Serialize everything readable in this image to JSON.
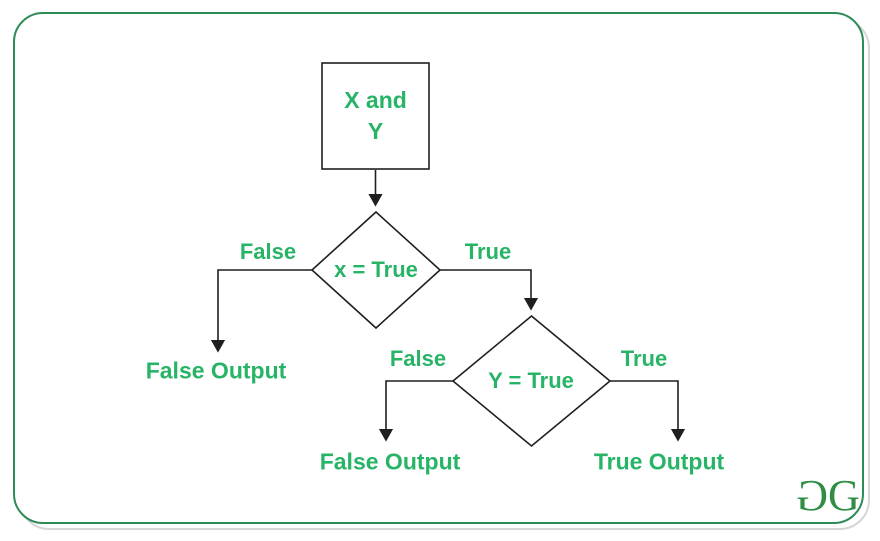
{
  "colors": {
    "label_green": "#28b467",
    "logo_green": "#2f8d46",
    "frame_green": "#2e8b57",
    "frame_shadow_gray": "#d6d6d6",
    "line_black": "#1f1f1f"
  },
  "diagram": {
    "start_box": {
      "line1": "X and",
      "line2": "Y"
    },
    "decision1": {
      "label": "x = True",
      "false_branch_label": "False",
      "true_branch_label": "True",
      "false_output_label": "False Output"
    },
    "decision2": {
      "label": "Y = True",
      "false_branch_label": "False",
      "true_branch_label": "True",
      "false_output_label": "False Output",
      "true_output_label": "True Output"
    }
  },
  "logo": {
    "g1": "G",
    "g2": "G"
  }
}
